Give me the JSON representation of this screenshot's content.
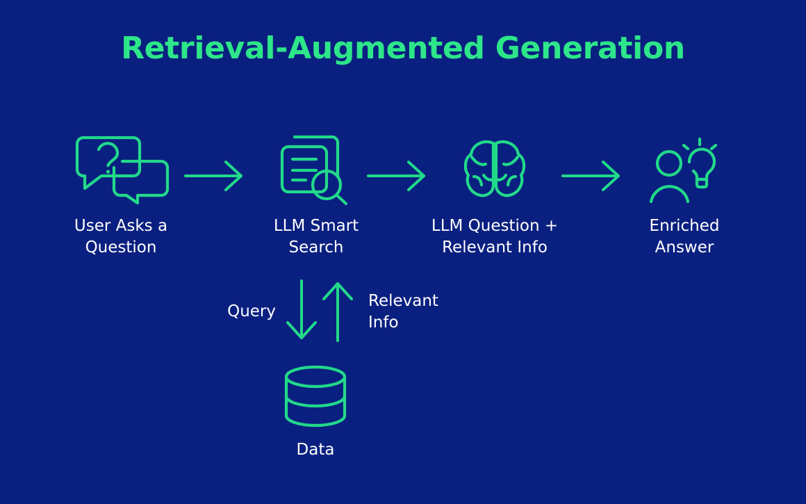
{
  "diagram": {
    "title": "Retrieval-Augmented Generation",
    "background_color": "#0a2080",
    "accent_green": "#22d98a",
    "title_green": "#2ee68a",
    "text_white": "#ffffff"
  },
  "stages": [
    {
      "id": "user-asks-question",
      "label": "User Asks a\nQuestion",
      "icon": "speech-bubbles-question-icon"
    },
    {
      "id": "llm-smart-search",
      "label": "LLM Smart\nSearch",
      "icon": "document-search-icon"
    },
    {
      "id": "llm-question-relevant-info",
      "label": "LLM Question +\nRelevant Info",
      "icon": "brain-icon"
    },
    {
      "id": "enriched-answer",
      "label": "Enriched\nAnswer",
      "icon": "person-lightbulb-icon"
    }
  ],
  "connectors": {
    "arrow_1": "arrow-right-icon",
    "arrow_2": "arrow-right-icon",
    "arrow_3": "arrow-right-icon",
    "down_arrow": "arrow-down-icon",
    "up_arrow": "arrow-up-icon"
  },
  "loop": {
    "query_label": "Query",
    "relevant_info_label": "Relevant\nInfo"
  },
  "datastore": {
    "label": "Data",
    "icon": "database-cylinder-icon"
  }
}
